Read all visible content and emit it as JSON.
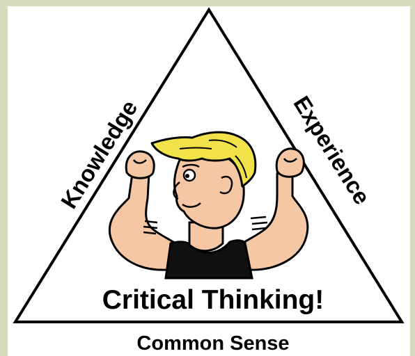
{
  "diagram": {
    "left_side_label": "Knowledge",
    "right_side_label": "Experience",
    "center_label": "Critical Thinking!",
    "bottom_label": "Common Sense"
  },
  "colors": {
    "background": "#d6d9be",
    "panel": "#ffffff",
    "skin": "#f6c7a4",
    "hair": "#f2e24a",
    "shirt": "#111111",
    "outline": "#000000"
  }
}
